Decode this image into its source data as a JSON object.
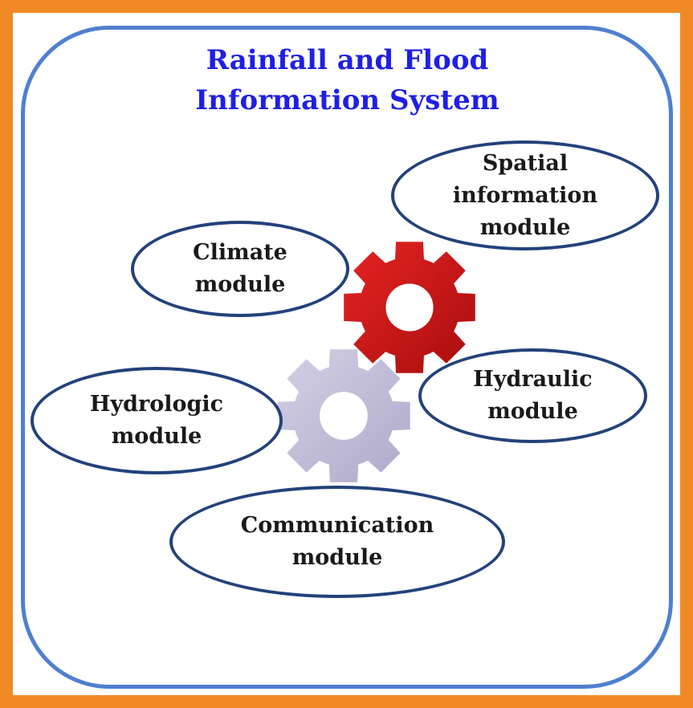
{
  "title": {
    "line1": "Rainfall and Flood",
    "line2": "Information System"
  },
  "modules": {
    "spatial": "Spatial\ninformation\nmodule",
    "climate": "Climate\nmodule",
    "hydraulic": "Hydraulic\nmodule",
    "hydrologic": "Hydrologic\nmodule",
    "communication": "Communication\nmodule"
  },
  "colors": {
    "outer_border": "#f08a24",
    "panel_border": "#4f7fd0",
    "title_text": "#1f1fe6",
    "ellipse_border": "#23427a",
    "gear_red": "#d21a1a",
    "gear_grey": "#c3c0d8"
  },
  "icons": [
    "red-gear-icon",
    "grey-gear-icon"
  ]
}
